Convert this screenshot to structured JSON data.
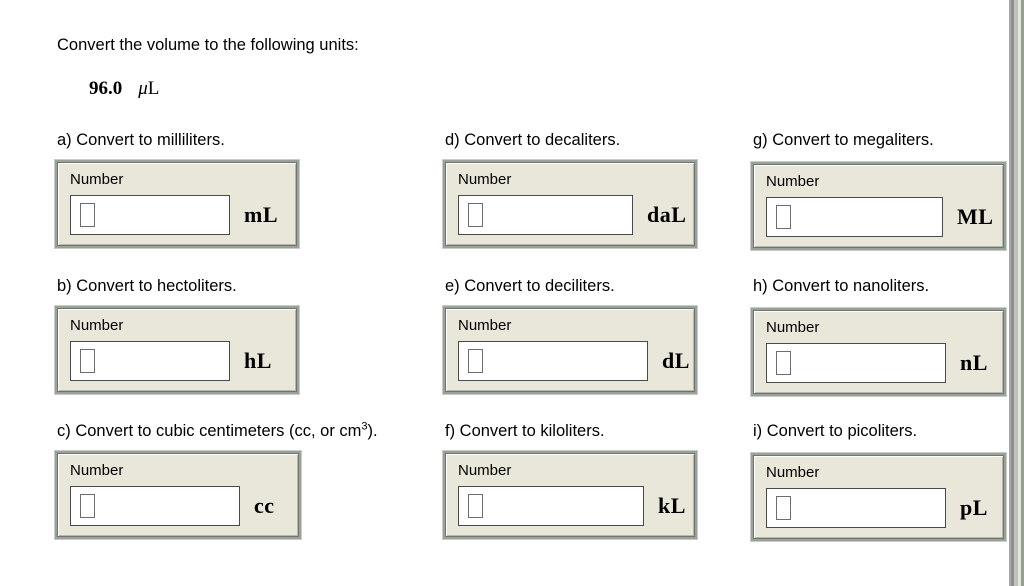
{
  "prompt": "Convert the volume to the following units:",
  "given": {
    "value": "96.0",
    "mu": "μ",
    "unit_rest": "L"
  },
  "panel_title": "Number",
  "questions": [
    {
      "key": "a",
      "label": "a) Convert to milliliters.",
      "unit": "mL",
      "value": "",
      "placeholder": ""
    },
    {
      "key": "b",
      "label": "b) Convert to hectoliters.",
      "unit": "hL",
      "value": "",
      "placeholder": ""
    },
    {
      "key": "c",
      "label_pre": "c) Convert to cubic centimeters (cc, or cm",
      "label_sup": "3",
      "label_post": ").",
      "unit": "cc",
      "value": "",
      "placeholder": ""
    },
    {
      "key": "d",
      "label": "d) Convert to decaliters.",
      "unit": "daL",
      "value": "",
      "placeholder": ""
    },
    {
      "key": "e",
      "label": "e) Convert to deciliters.",
      "unit": "dL",
      "value": "",
      "placeholder": ""
    },
    {
      "key": "f",
      "label": "f) Convert to kiloliters.",
      "unit": "kL",
      "value": "",
      "placeholder": ""
    },
    {
      "key": "g",
      "label": "g) Convert to megaliters.",
      "unit": "ML",
      "value": "",
      "placeholder": ""
    },
    {
      "key": "h",
      "label": "h) Convert to nanoliters.",
      "unit": "nL",
      "value": "",
      "placeholder": ""
    },
    {
      "key": "i",
      "label": "i) Convert to picoliters.",
      "unit": "pL",
      "value": "",
      "placeholder": ""
    }
  ],
  "colors": {
    "panel_fill": "#e9e7d9",
    "panel_frame": "#9aa09a",
    "field_fill": "#ffffff",
    "text": "#000000",
    "page_background": "#ffffff"
  }
}
